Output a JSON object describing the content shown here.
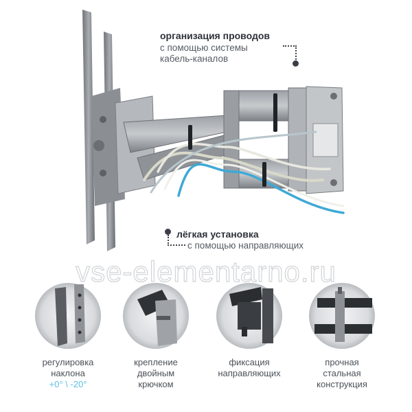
{
  "callout_top": {
    "title": "организация проводов",
    "line1": "с помощью системы",
    "line2": "кабель-каналов"
  },
  "callout_mid": {
    "title": "лёгкая установка",
    "line1": "с помощью направляющих"
  },
  "watermark": "vse-elementarno.ru",
  "features": [
    {
      "line1": "регулировка",
      "line2": "наклона",
      "line3": "+0° \\ -20°"
    },
    {
      "line1": "крепление",
      "line2": "двойным",
      "line3": "крючком"
    },
    {
      "line1": "фиксация",
      "line2": "направляющих"
    },
    {
      "line1": "прочная",
      "line2": "стальная",
      "line3": "конструкция"
    }
  ],
  "colors": {
    "accent": "#5bc0e6",
    "metal": "#8e9399",
    "dark_metal": "#4a4d52",
    "cable_blue": "#3fa9d6"
  }
}
